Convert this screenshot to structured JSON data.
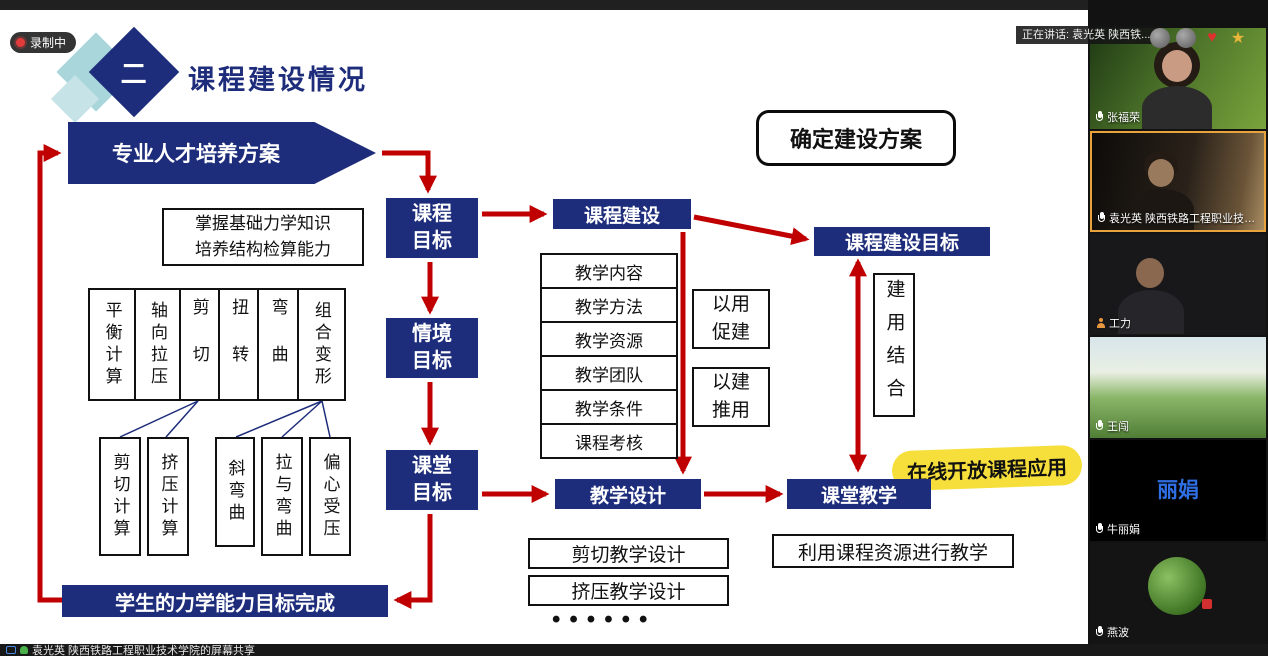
{
  "meeting": {
    "recording_label": "录制中",
    "speaking_banner": "正在讲话: 袁光英 陕西铁...",
    "share_bar": "袁光英 陕西铁路工程职业技术学院的屏幕共享",
    "participants": [
      {
        "name": "张福荣"
      },
      {
        "name": "袁光英 陕西铁路工程职业技术学院",
        "speaking": true
      },
      {
        "name": "工力"
      },
      {
        "name": "王闯"
      },
      {
        "name": "牛丽娟",
        "display": "丽娟"
      },
      {
        "name": "燕波"
      }
    ]
  },
  "slide": {
    "section_number": "二",
    "title": "课程建设情况",
    "confirm_box": "确定建设方案",
    "plan_banner": "专业人才培养方案",
    "knowledge_box": "掌握基础力学知识\n培养结构检算能力",
    "goal_course": "课程目标",
    "goal_situation": "情境目标",
    "goal_class": "课堂目标",
    "mechanics_columns": [
      "平衡计算",
      "轴向拉压",
      "剪切",
      "扭转",
      "弯曲",
      "组合变形"
    ],
    "calc_boxes": [
      "剪切计算",
      "挤压计算",
      "斜弯曲",
      "拉与弯曲",
      "偏心受压"
    ],
    "course_build": "课程建设",
    "build_items": [
      "教学内容",
      "教学方法",
      "教学资源",
      "教学团队",
      "教学条件",
      "课程考核"
    ],
    "use_promote": "以用促建",
    "build_push": "以建推用",
    "build_goal": "课程建设目标",
    "combine": "建用结合",
    "highlight": "在线开放课程应用",
    "teach_design": "教学设计",
    "class_teach": "课堂教学",
    "design_boxes": [
      "剪切教学设计",
      "挤压教学设计"
    ],
    "dots": "••••••",
    "use_resource": "利用课程资源进行教学",
    "bottom_banner": "学生的力学能力目标完成"
  },
  "colors": {
    "navy": "#1e2d7b",
    "arrow_red": "#c00000",
    "highlight_yellow": "#f6df3a",
    "logo_teal": "#a9d6da",
    "speaking_border": "#e8a33d",
    "name_blue": "#2f6fe4"
  }
}
